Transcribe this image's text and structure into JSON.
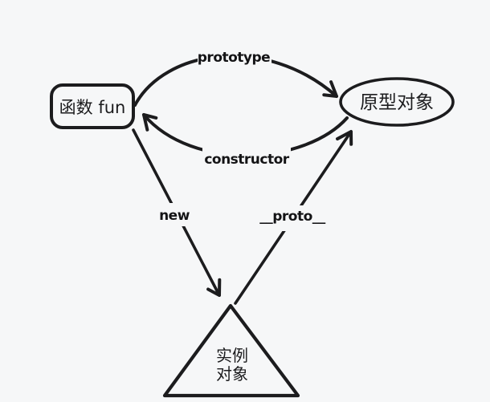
{
  "diagram": {
    "description": "JavaScript prototype chain relationship diagram",
    "colors": {
      "background": "#f6f7f8",
      "ink": "#1c1c1e"
    },
    "nodes": {
      "function": {
        "label": "函数 fun",
        "shape": "rounded-rect"
      },
      "prototype_object": {
        "label": "原型对象",
        "shape": "ellipse"
      },
      "instance_object": {
        "label_line1": "实例",
        "label_line2": "对象",
        "shape": "triangle"
      }
    },
    "edges": {
      "prototype": {
        "label": "prototype",
        "from": "函数 fun",
        "to": "原型对象"
      },
      "constructor": {
        "label": "constructor",
        "from": "原型对象",
        "to": "函数 fun"
      },
      "new": {
        "label": "new",
        "from": "函数 fun",
        "to": "实例对象"
      },
      "proto": {
        "label": "__proto__",
        "from": "实例对象",
        "to": "原型对象"
      }
    }
  }
}
